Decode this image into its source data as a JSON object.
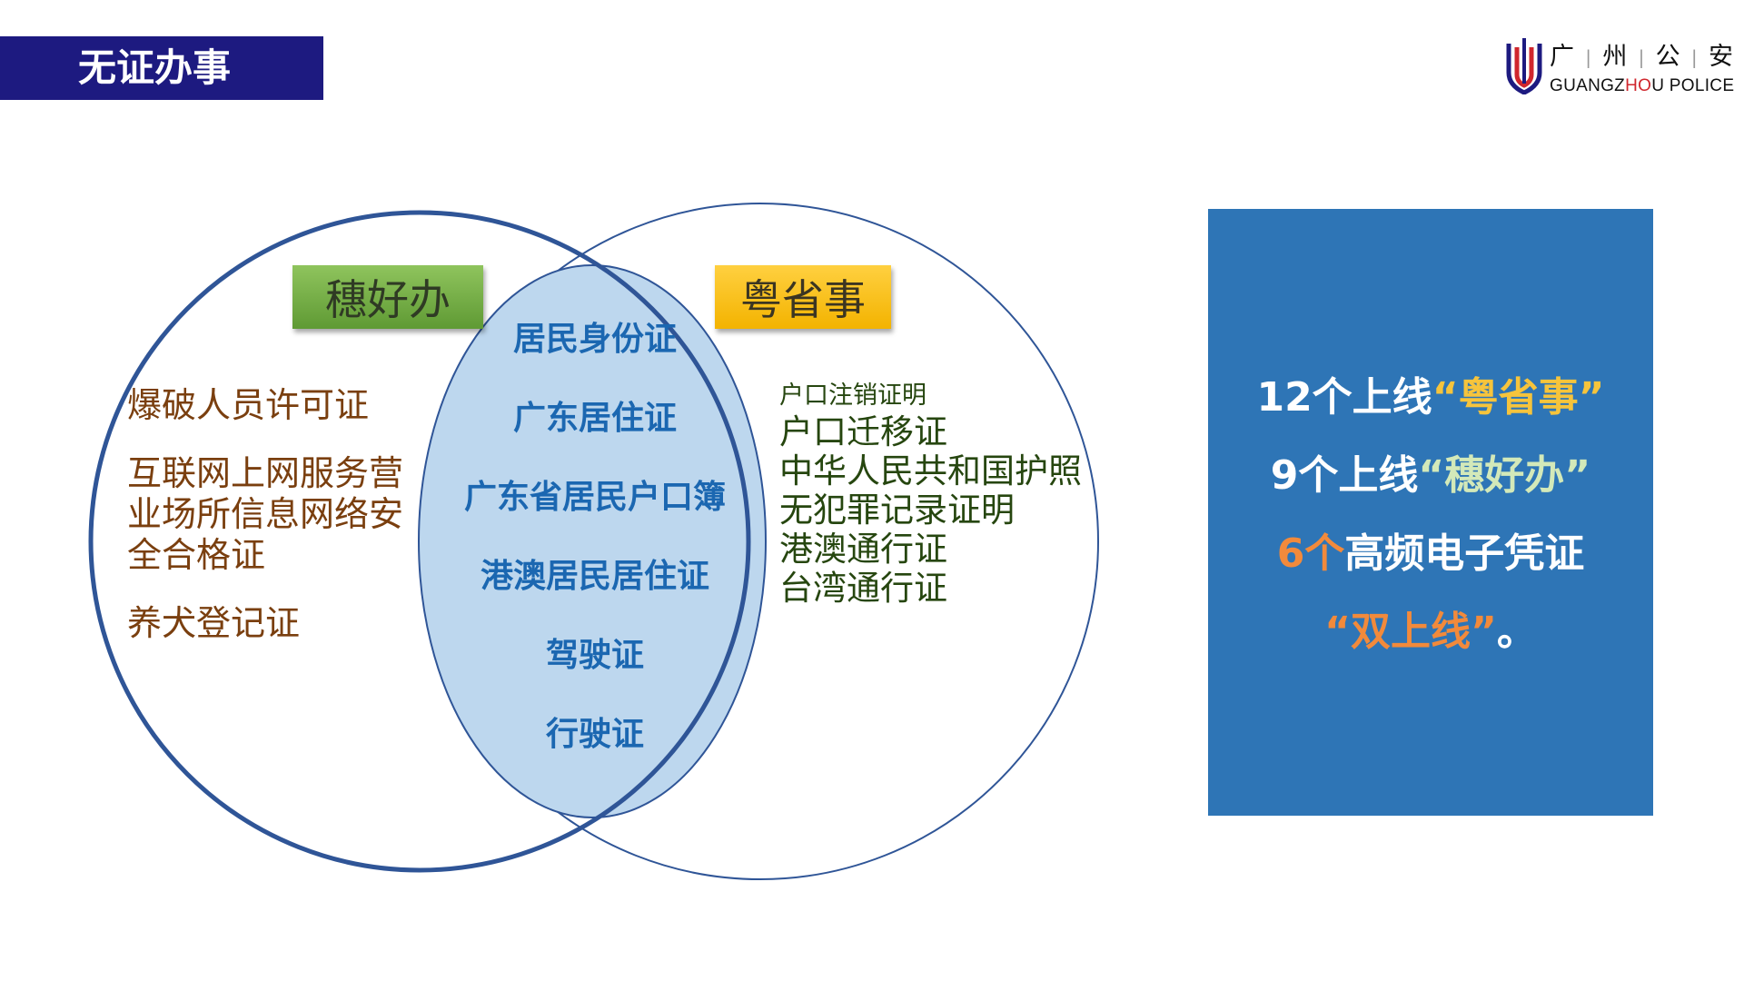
{
  "header": {
    "title": "无证办事"
  },
  "logo": {
    "chars": [
      "广",
      "州",
      "公",
      "安"
    ],
    "en_prefix": "GUANGZ",
    "en_highlight": "HO",
    "en_suffix": "U POLICE"
  },
  "venn": {
    "left_label": "穗好办",
    "right_label": "粤省事",
    "left_only": [
      "爆破人员许可证",
      "互联网上网服务营",
      "业场所信息网络安",
      "全合格证",
      "养犬登记证"
    ],
    "both": [
      "居民身份证",
      "广东居住证",
      "广东省居民户口簿",
      "港澳居民居住证",
      "驾驶证",
      "行驶证"
    ],
    "right_only": [
      "户口注销证明",
      "户口迁移证",
      "中华人民共和国护照",
      "无犯罪记录证明",
      "港澳通行证",
      "台湾通行证"
    ]
  },
  "panel": {
    "line1_prefix": "12个上线",
    "line1_highlight": "“粤省事”",
    "line2_prefix": "9个上线",
    "line2_highlight": "“穗好办”",
    "line3_highlight": "6个",
    "line3_suffix": "高频电子凭证",
    "line4_highlight": "“双上线”",
    "line4_suffix": "。"
  },
  "colors": {
    "title_bar": "#1d1a80",
    "panel": "#2e75b6",
    "overlap_fill": "#bdd7ee",
    "circle_stroke": "#2f5597"
  }
}
